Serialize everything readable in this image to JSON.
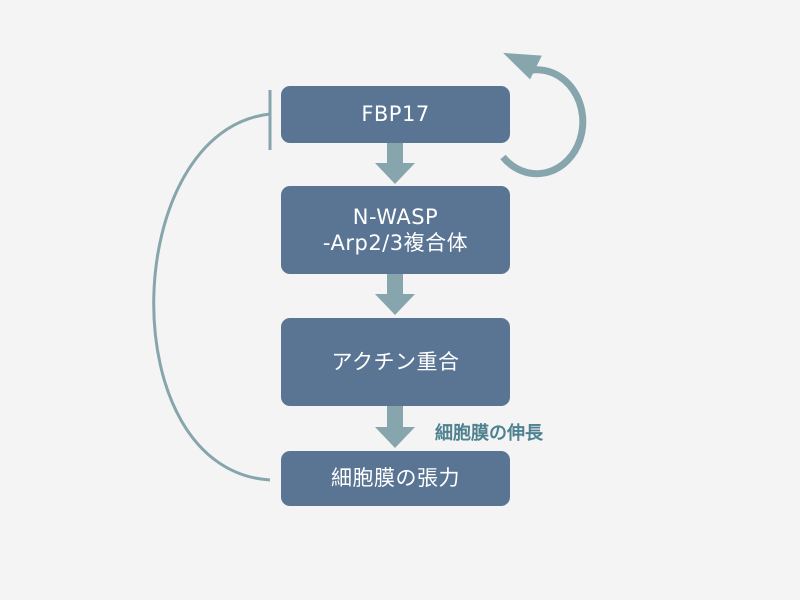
{
  "diagram": {
    "nodes": [
      {
        "id": "fbp17",
        "lines": [
          "FBP17"
        ]
      },
      {
        "id": "nwasp",
        "lines": [
          "N-WASP",
          "-Arp2/3複合体"
        ]
      },
      {
        "id": "actin",
        "lines": [
          "アクチン重合"
        ]
      },
      {
        "id": "tension",
        "lines": [
          "細胞膜の張力"
        ]
      }
    ],
    "edges": [
      {
        "from": "fbp17",
        "to": "nwasp",
        "type": "activation"
      },
      {
        "from": "nwasp",
        "to": "actin",
        "type": "activation"
      },
      {
        "from": "actin",
        "to": "tension",
        "type": "activation",
        "label": "細胞膜の伸長"
      },
      {
        "from": "tension",
        "to": "fbp17",
        "type": "inhibition"
      },
      {
        "from": "fbp17",
        "to": "fbp17",
        "type": "self-activation"
      }
    ],
    "annotation": "細胞膜の伸長",
    "colors": {
      "background": "#f4f4f4",
      "node_fill": "#5a7594",
      "node_text": "#ffffff",
      "edge": "#86a5ac",
      "annotation_text": "#4f8290"
    }
  }
}
